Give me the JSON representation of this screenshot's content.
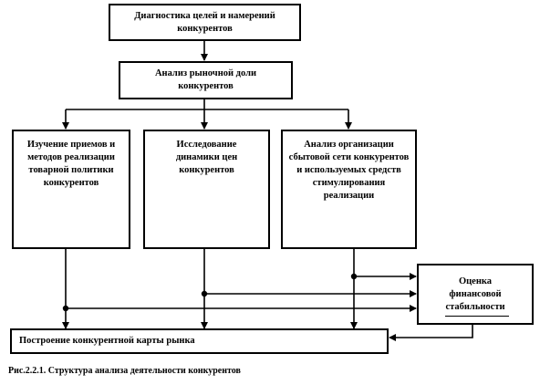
{
  "nodes": {
    "diagnostics": "Диагностика целей и намерений конкурентов",
    "market_share": "Анализ рыночной доли конкурентов",
    "pricing_methods": "Изучение приемов и методов реализации товарной политики конкурентов",
    "price_dynamics": "Исследование динамики цен конкурентов",
    "sales_network": "Анализ организации сбытовой сети конкурентов и используемых средств стимулирования реализации",
    "financial_stability": "Оценка финансовой стабильности",
    "competitive_map": "Построение конкурентной карты рынка"
  },
  "caption": "Рис.2.2.1. Структура анализа деятельности конкурентов"
}
